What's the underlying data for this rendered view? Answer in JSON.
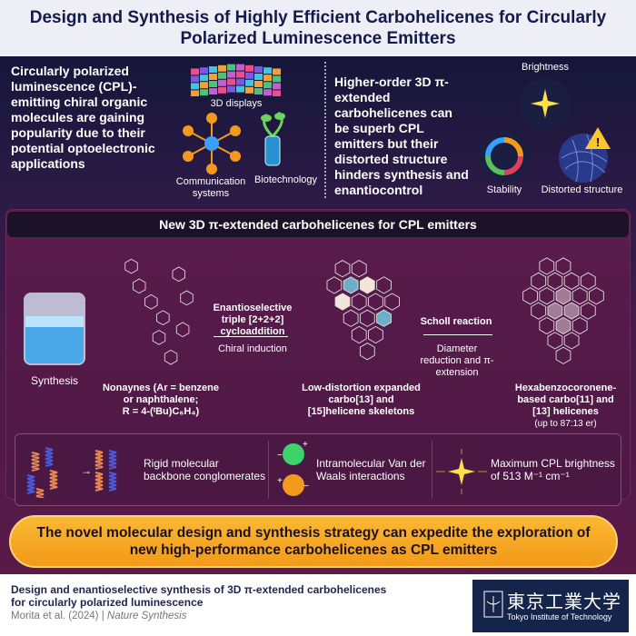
{
  "header": {
    "title": "Design and Synthesis of Highly Efficient Carbohelicenes for Circularly Polarized Luminescence Emitters"
  },
  "intro": {
    "left_text": "Circularly polarized luminescence (CPL)-emitting chiral organic molecules are gaining popularity due to their potential optoelectronic applications",
    "apps": [
      "3D displays",
      "Communication systems",
      "Biotechnology"
    ],
    "right_text": "Higher-order 3D π-extended carbohelicenes can be superb CPL emitters but their distorted structure hinders synthesis and enantiocontrol",
    "properties": [
      "Brightness",
      "Stability",
      "Distorted structure"
    ]
  },
  "scheme": {
    "heading": "New 3D π-extended carbohelicenes for CPL emitters",
    "synthesis_label": "Synthesis",
    "start_label": [
      "Nonaynes (Ar = benzene",
      "or naphthalene;",
      "R = 4-(ᵗBu)C₆H₄)"
    ],
    "step1_title": "Enantioselective triple [2+2+2] cycloaddition",
    "step1_sub": "Chiral induction",
    "intermediate_label": "Low-distortion expanded carbo[13] and [15]helicene skeletons",
    "step2_title": "Scholl reaction",
    "step2_sub": "Diameter reduction and π-extension",
    "product_label": "Hexabenzocoronene-based carbo[11] and [13] helicenes",
    "product_er": "(up to 87:13 er)",
    "substituent": "ᵗBu"
  },
  "features": [
    {
      "text": "Rigid molecular backbone conglomerates",
      "icon": "helix-icon"
    },
    {
      "text": "Intramolecular Van der Waals interactions",
      "icon": "charged-spheres-icon"
    },
    {
      "text": "Maximum CPL brightness of 513 M⁻¹ cm⁻¹",
      "icon": "sparkle-icon"
    }
  ],
  "conclusion": "The novel molecular design and synthesis strategy can expedite the exploration of new high-performance carbohelicenes as CPL emitters",
  "footer": {
    "paper_title": "Design and enantioselective synthesis of 3D π-extended carbohelicenes for circularly polarized luminescence",
    "authors": "Morita et al. (2024)",
    "journal": "Nature Synthesis",
    "logo_jp": "東京工業大学",
    "logo_en": "Tokyo Institute of Technology"
  },
  "colors": {
    "title": "#141a4a",
    "pill": "#f7a823",
    "logo_bg": "#15244a",
    "background": "#4a1b4a"
  }
}
